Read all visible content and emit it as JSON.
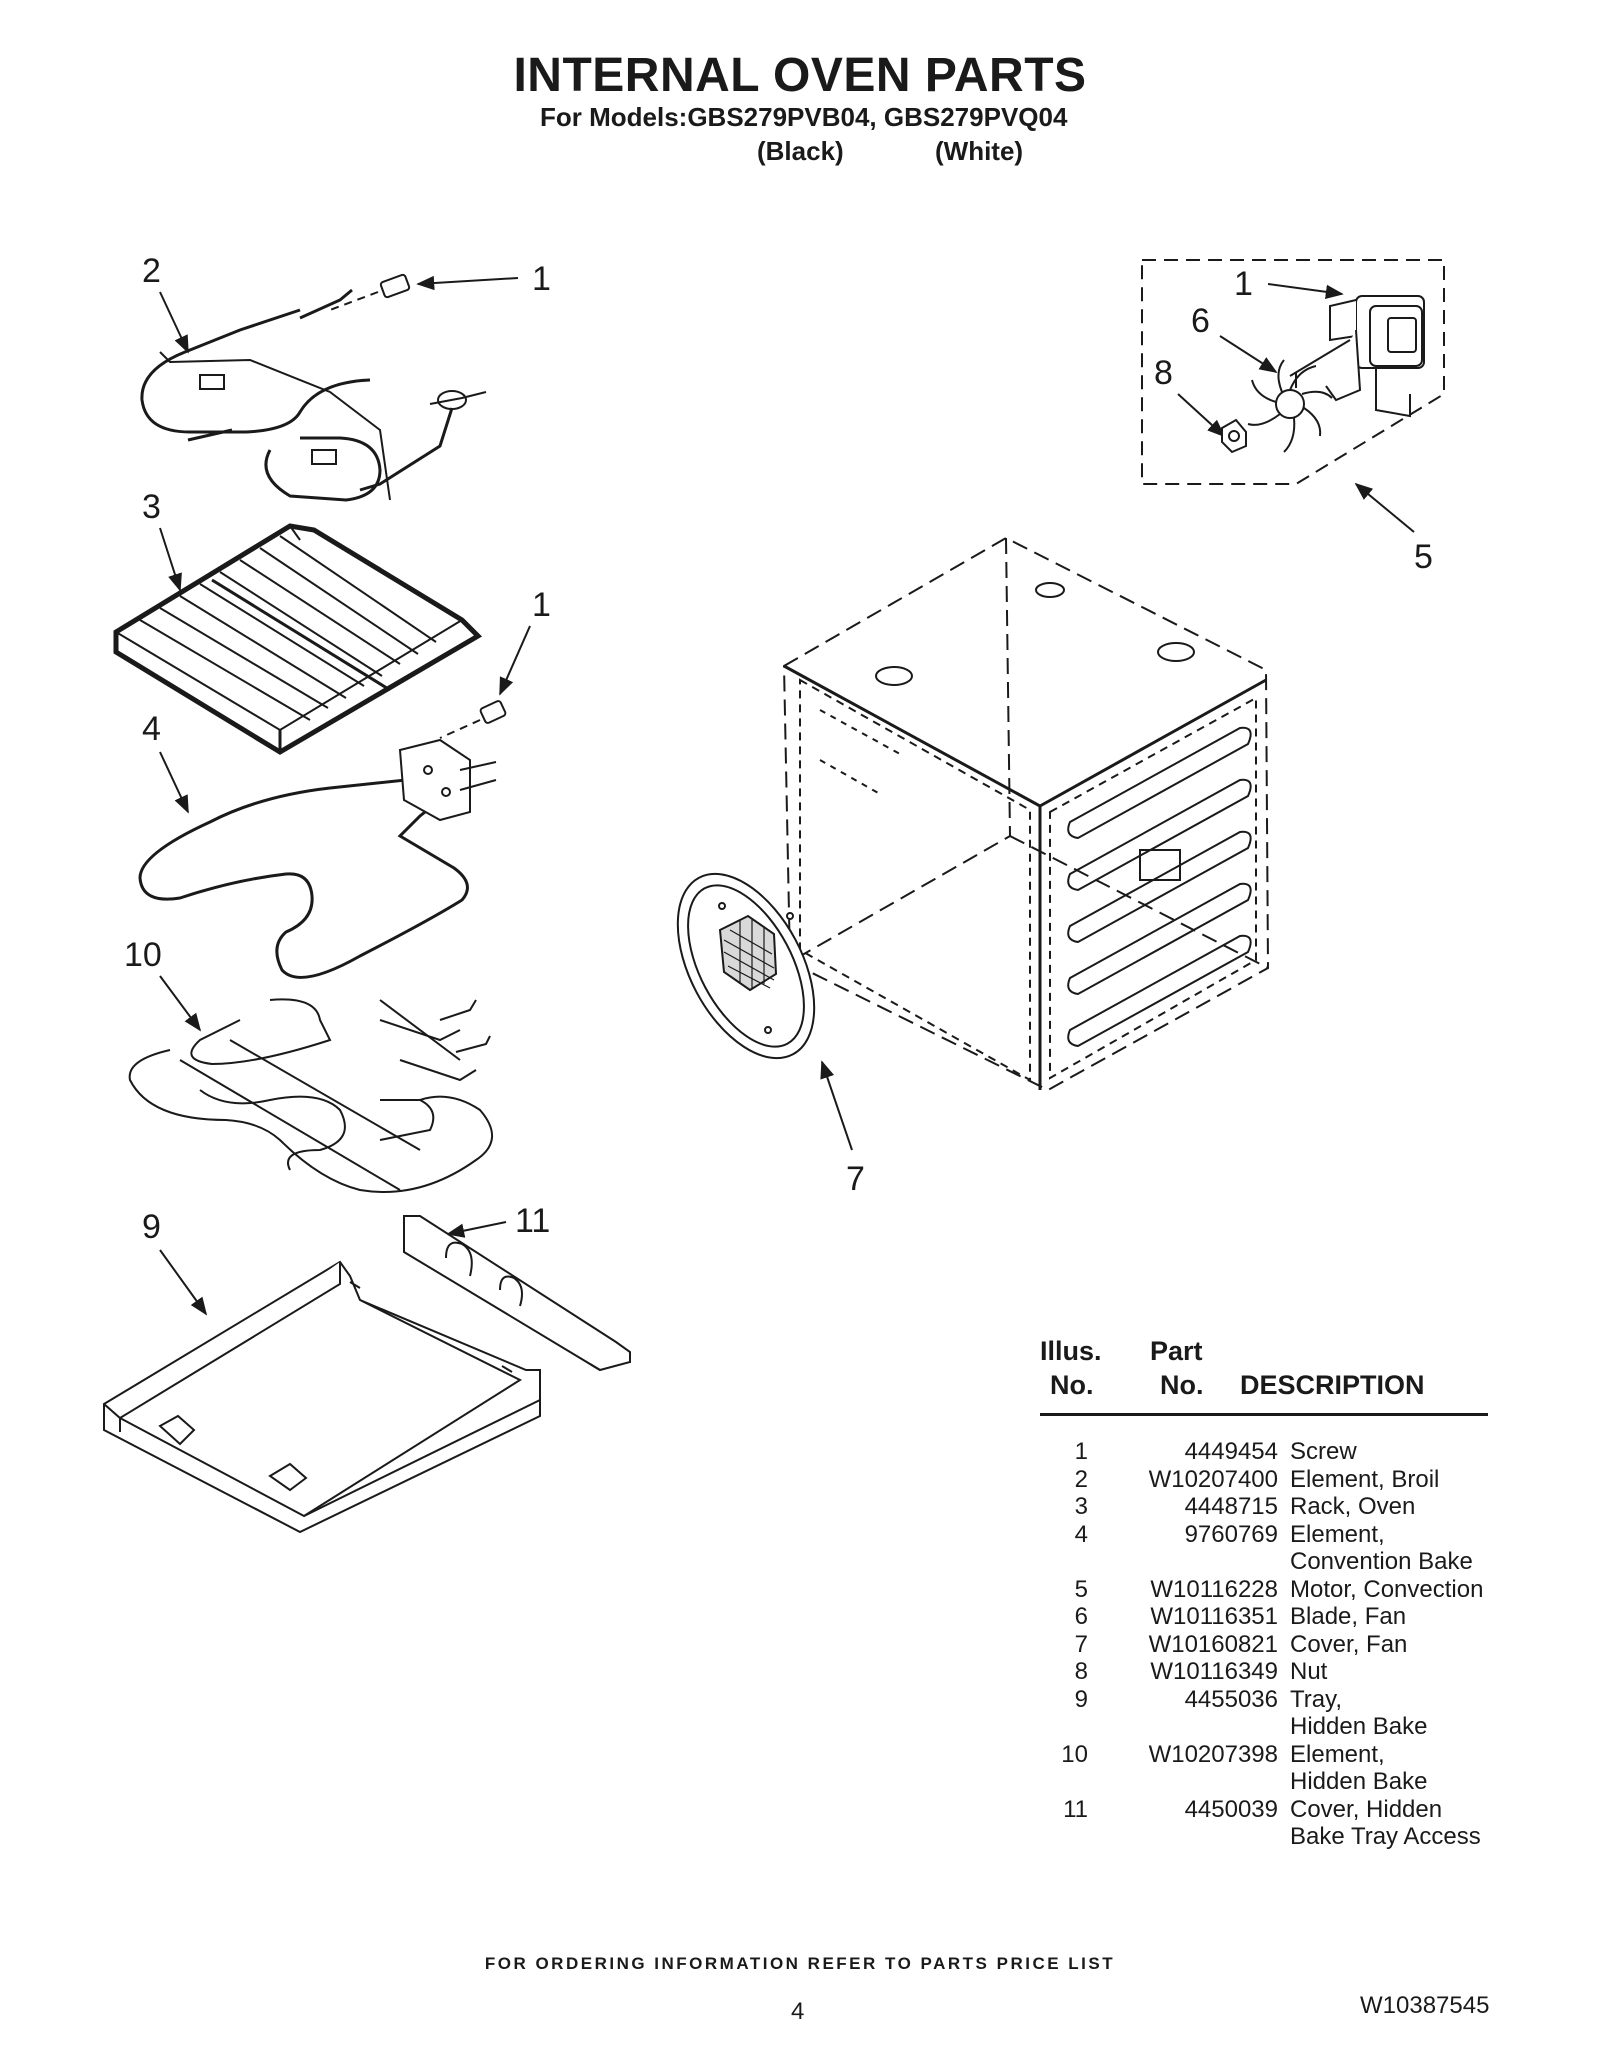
{
  "header": {
    "title": "INTERNAL OVEN PARTS",
    "models": "For Models:GBS279PVB04, GBS279PVQ04",
    "color_black": "(Black)",
    "color_white": "(White)"
  },
  "callouts": [
    "2",
    "1",
    "3",
    "1",
    "4",
    "10",
    "9",
    "11",
    "1",
    "6",
    "8",
    "5",
    "7"
  ],
  "parts_table": {
    "header_illus_1": "Illus.",
    "header_illus_2": "No.",
    "header_part_1": "Part",
    "header_part_2": "No.",
    "header_desc": "DESCRIPTION",
    "rows": [
      {
        "no": "1",
        "part": "4449454",
        "desc": "Screw",
        "desc2": ""
      },
      {
        "no": "2",
        "part": "W10207400",
        "desc": "Element, Broil",
        "desc2": ""
      },
      {
        "no": "3",
        "part": "4448715",
        "desc": "Rack, Oven",
        "desc2": ""
      },
      {
        "no": "4",
        "part": "9760769",
        "desc": "Element,",
        "desc2": "Convention Bake"
      },
      {
        "no": "5",
        "part": "W10116228",
        "desc": "Motor, Convection",
        "desc2": ""
      },
      {
        "no": "6",
        "part": "W10116351",
        "desc": "Blade, Fan",
        "desc2": ""
      },
      {
        "no": "7",
        "part": "W10160821",
        "desc": "Cover, Fan",
        "desc2": ""
      },
      {
        "no": "8",
        "part": "W10116349",
        "desc": "Nut",
        "desc2": ""
      },
      {
        "no": "9",
        "part": "4455036",
        "desc": "Tray,",
        "desc2": "Hidden Bake"
      },
      {
        "no": "10",
        "part": "W10207398",
        "desc": "Element,",
        "desc2": "Hidden Bake"
      },
      {
        "no": "11",
        "part": "4450039",
        "desc": "Cover, Hidden",
        "desc2": "Bake Tray Access"
      }
    ]
  },
  "footer": {
    "note": "FOR ORDERING INFORMATION REFER TO PARTS PRICE LIST",
    "page": "4",
    "doc_number": "W10387545"
  }
}
